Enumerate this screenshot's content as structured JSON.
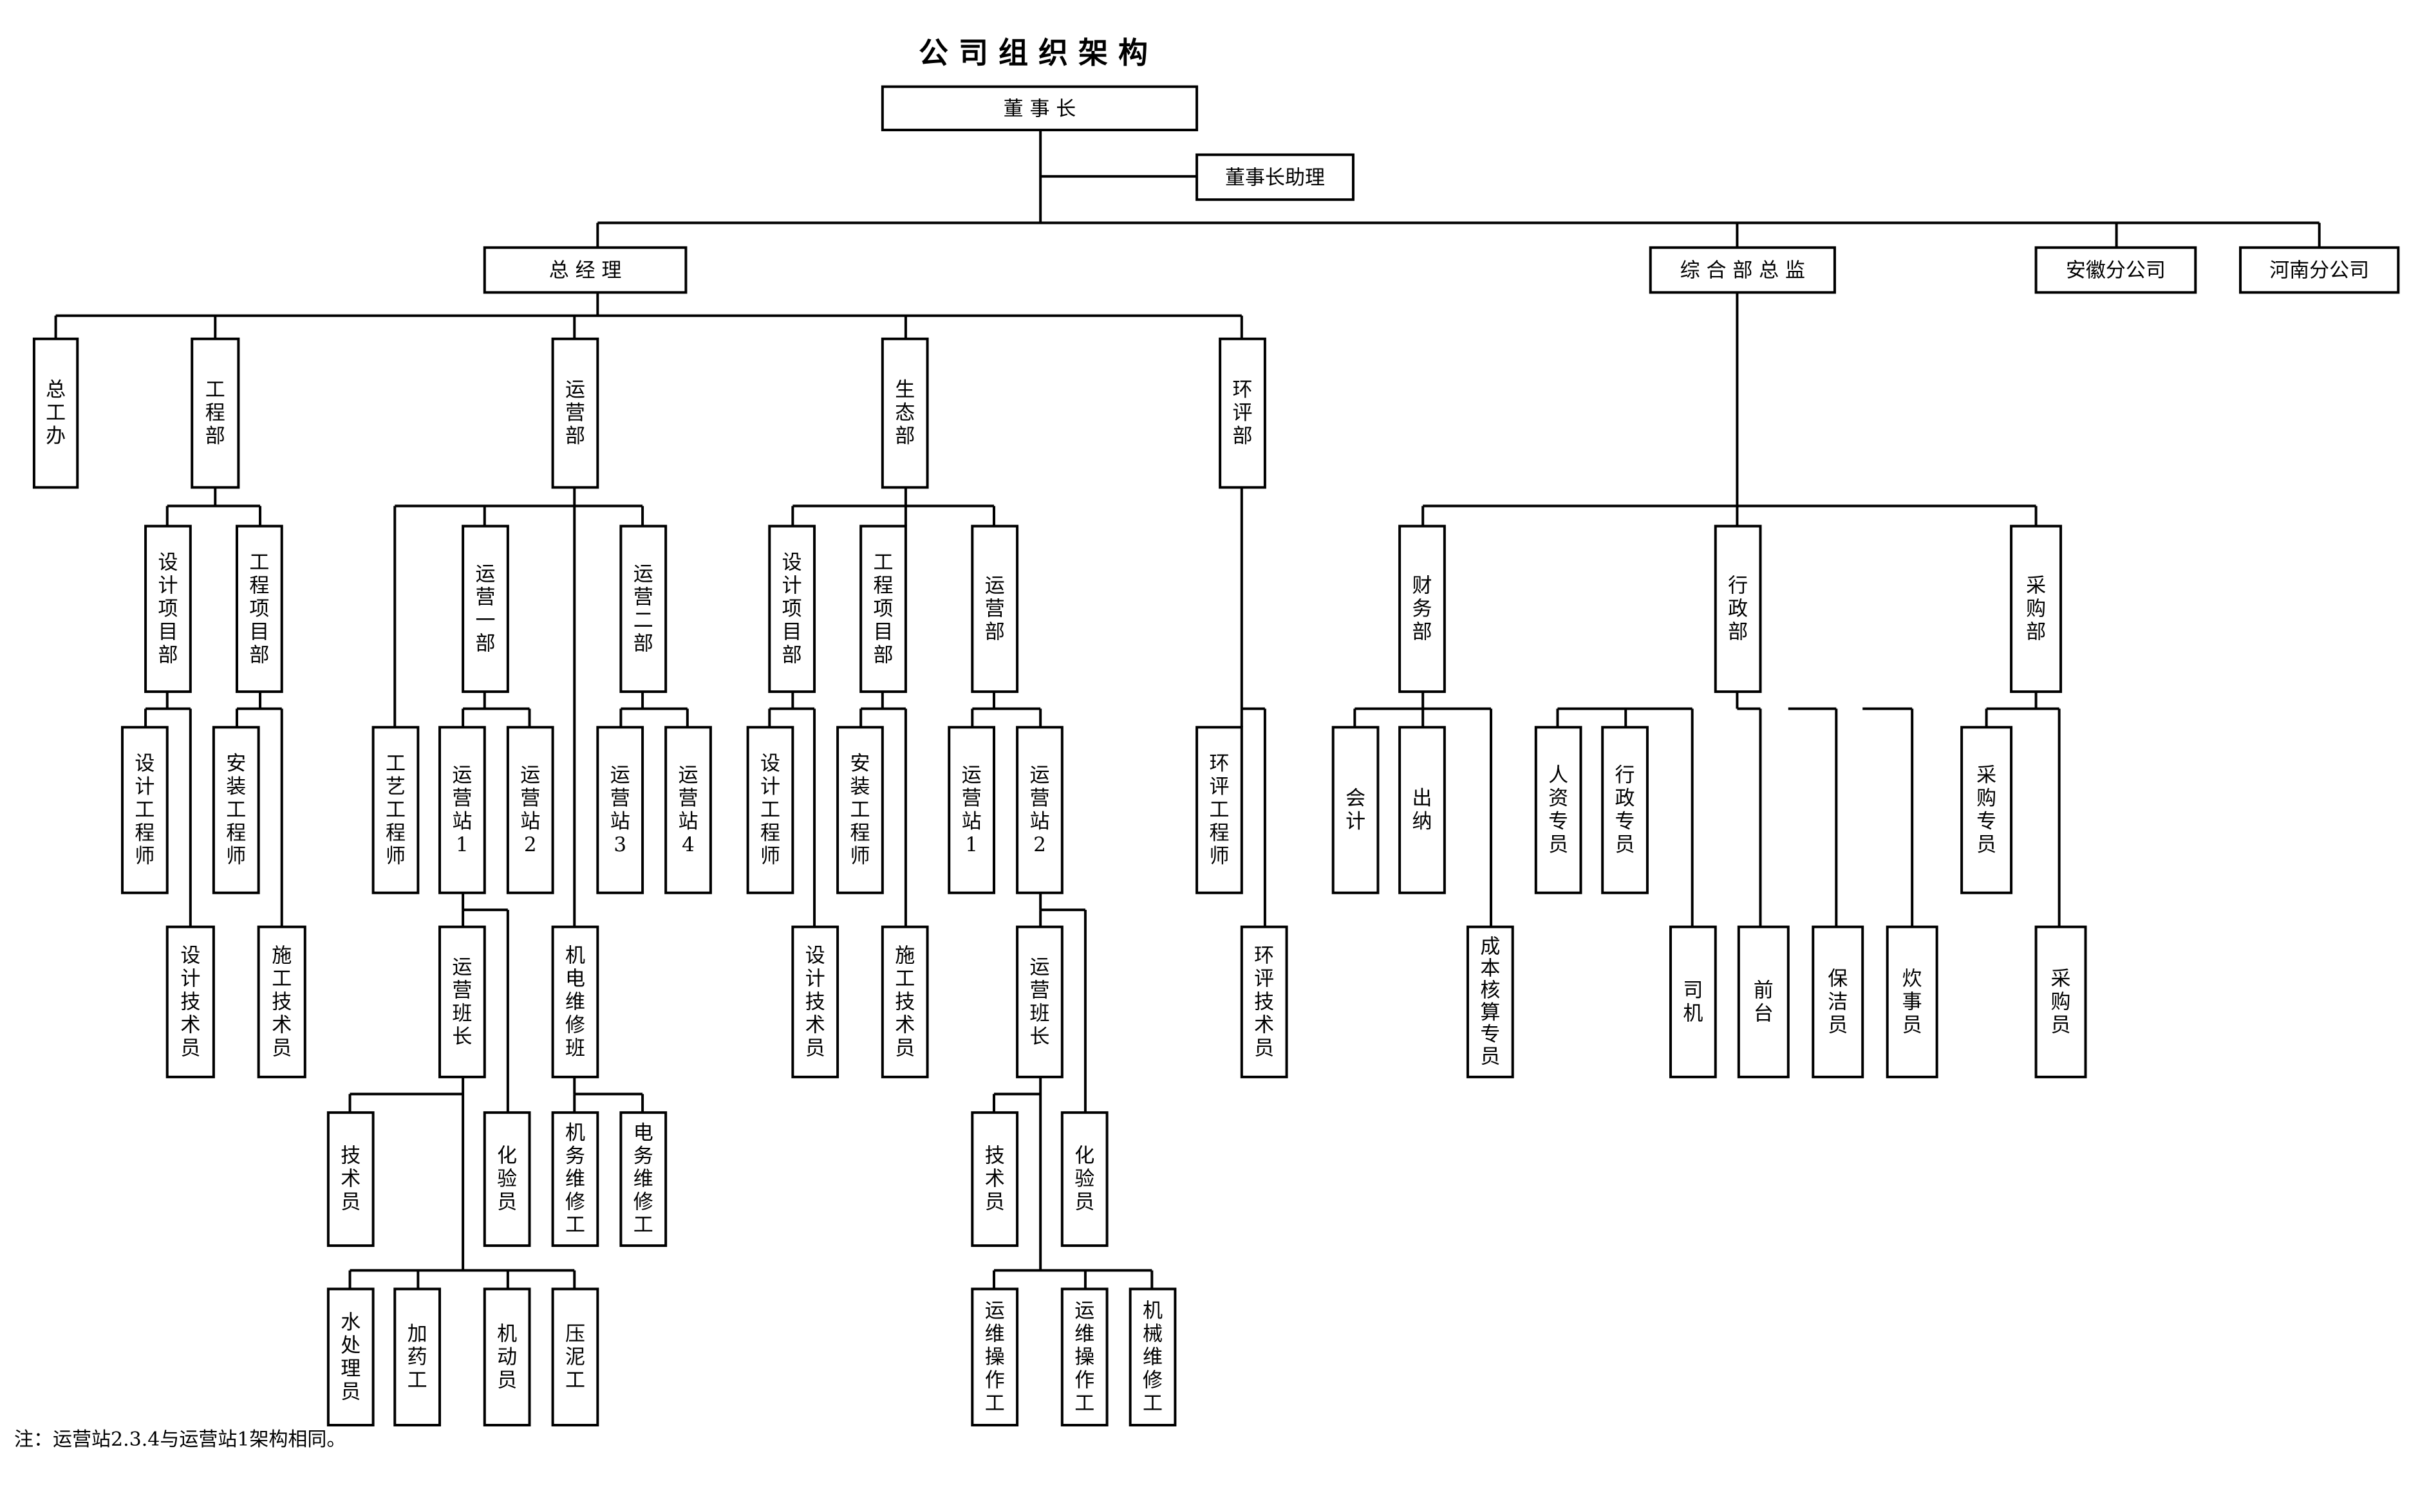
{
  "title": "公 司 组 织 架 构",
  "note": "注：运营站2.3.4与运营站1架构相同。",
  "nodes": {
    "chairman": "董 事 长",
    "chairman_assistant": "董事长助理",
    "general_manager": "总 经 理",
    "admin_director": "综 合 部 总 监",
    "anhui_branch": "安徽分公司",
    "henan_branch": "河南分公司",
    "chief_engineer_office": "总工办",
    "engineering_dept": "工程部",
    "operations_dept": "运营部",
    "ecology_dept": "生态部",
    "eia_dept": "环评部",
    "eng_design_project_dept": "设计项目部",
    "eng_construction_project_dept": "工程项目部",
    "eng_design_engineer": "设计工程师",
    "eng_design_technician": "设计技术员",
    "eng_install_engineer": "安装工程师",
    "eng_construction_technician": "施工技术员",
    "ops_process_engineer": "工艺工程师",
    "ops_first_dept": "运营一部",
    "ops_second_dept": "运营二部",
    "ops_station_1": "运营站1",
    "ops_station_2": "运营站2",
    "ops_station_3": "运营站3",
    "ops_station_4": "运营站4",
    "ops_shift_leader": "运营班长",
    "ops_mech_elec_team": "机电维修班",
    "ops_technician": "技术员",
    "ops_lab_tech": "化验员",
    "ops_mech_repair": "机务维修工",
    "ops_elec_repair": "电务维修工",
    "ops_water_treatment": "水处理员",
    "ops_dosing": "加药工",
    "ops_mobile": "机动员",
    "ops_sludge": "压泥工",
    "eco_design_project_dept": "设计项目部",
    "eco_construction_project_dept": "工程项目部",
    "eco_operations_dept": "运营部",
    "eco_design_engineer": "设计工程师",
    "eco_design_technician": "设计技术员",
    "eco_install_engineer": "安装工程师",
    "eco_construction_technician": "施工技术员",
    "eco_station_1": "运营站1",
    "eco_station_2": "运营站2",
    "eco_shift_leader": "运营班长",
    "eco_technician": "技术员",
    "eco_lab_tech": "化验员",
    "eco_operator_1": "运维操作工",
    "eco_operator_2": "运维操作工",
    "eco_mech_repair": "机械维修工",
    "eia_engineer": "环评工程师",
    "eia_technician": "环评技术员",
    "finance_dept": "财务部",
    "administration_dept": "行政部",
    "procurement_dept": "采购部",
    "accountant": "会计",
    "cashier": "出纳",
    "cost_accounting": "成本核算专员",
    "hr_specialist": "人资专员",
    "admin_specialist": "行政专员",
    "driver": "司机",
    "reception": "前台",
    "cleaner": "保洁员",
    "cook": "炊事员",
    "procurement_specialist": "采购专员",
    "purchaser": "采购员"
  }
}
